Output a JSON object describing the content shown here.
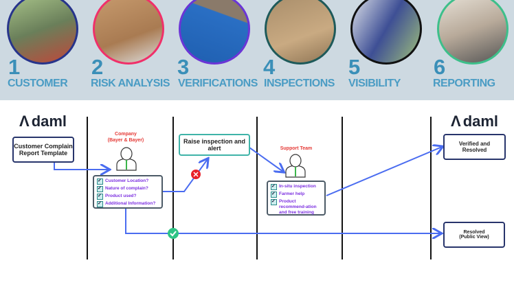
{
  "steps": [
    {
      "num": "1",
      "label": "CUSTOMER",
      "color": "#27348b"
    },
    {
      "num": "2",
      "label": "RISK ANALYSIS",
      "color": "#f0306a"
    },
    {
      "num": "3",
      "label": "VERIFICATIONS",
      "color": "#6a35d6"
    },
    {
      "num": "4",
      "label": "INSPECTIONS",
      "color": "#1e5a5a"
    },
    {
      "num": "5",
      "label": "VISIBILITY",
      "color": "#111111"
    },
    {
      "num": "6",
      "label": "REPORTING",
      "color": "#3dbf8a"
    }
  ],
  "logo": "daml",
  "customer_box": "Customer Complain Report Template",
  "company": {
    "name": "Company",
    "sub": "(Bayer & Bayer)",
    "checks": [
      "Customer Location?",
      "Nature of complain?",
      "Product used?",
      "Additional Information?"
    ]
  },
  "raise_box": "Raise inspection and alert",
  "support": {
    "name": "Support Team",
    "checks": [
      "In-situ inspection",
      "Farmer help",
      "Product recommend-ation and free training"
    ]
  },
  "verified_box": "Verified and Resolved",
  "resolved_box": "Resolved (Public View)"
}
